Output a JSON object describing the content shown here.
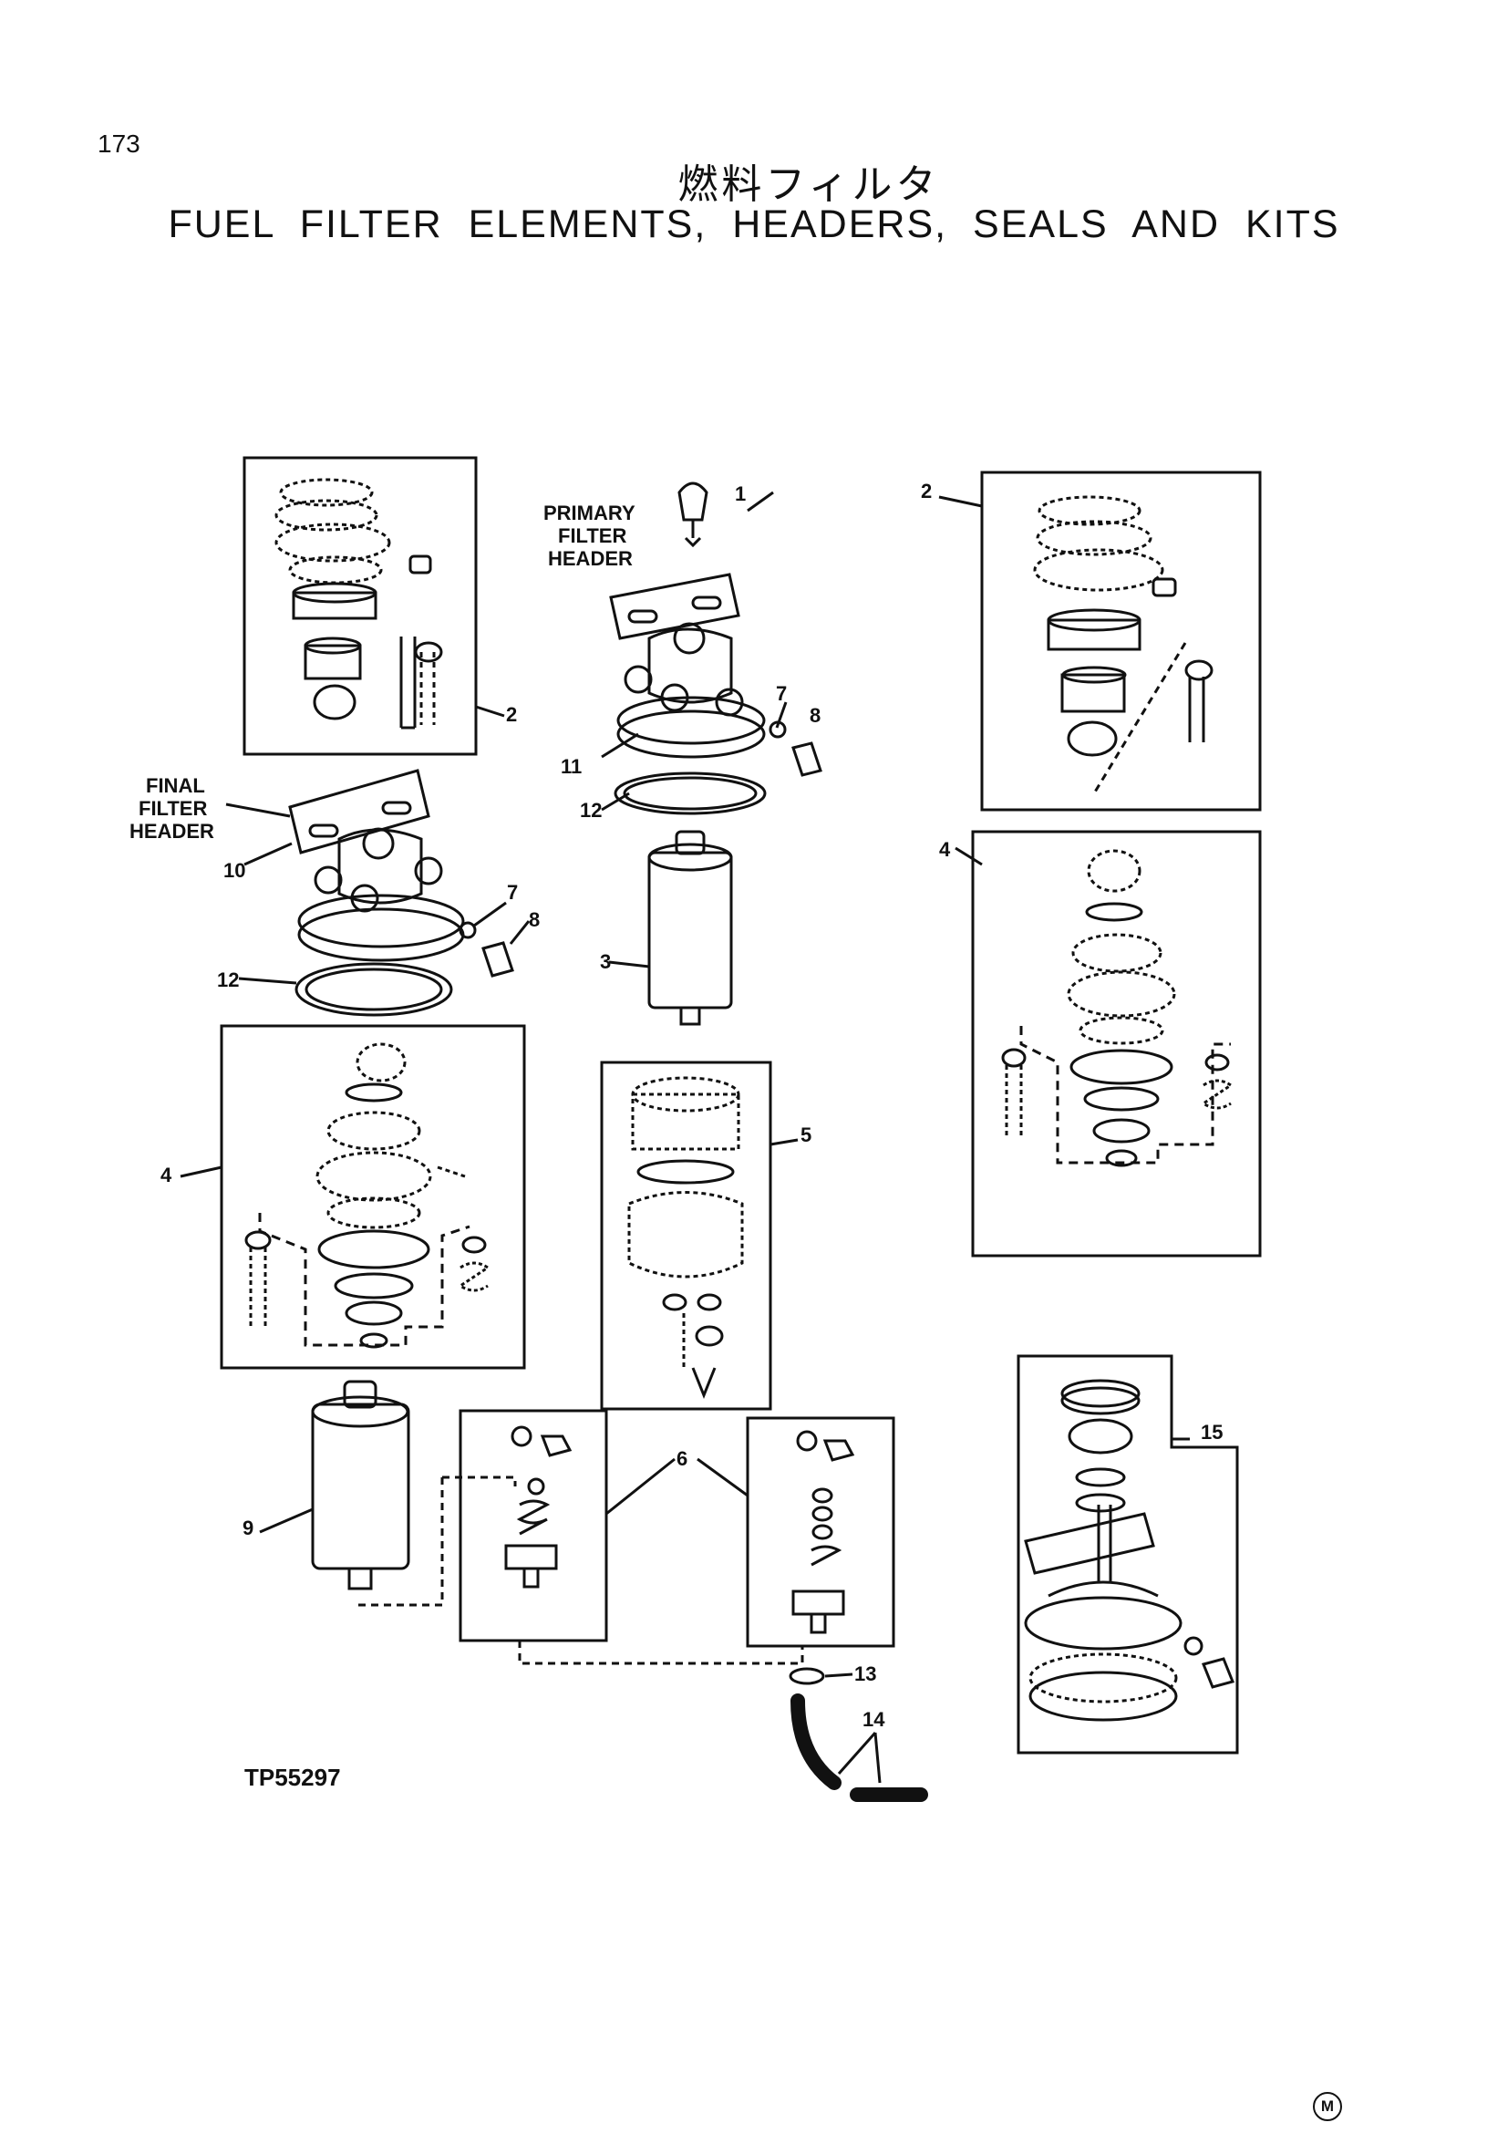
{
  "page": {
    "number": "173",
    "title_jp": "燃料フィルタ",
    "title_en": "FUEL FILTER ELEMENTS, HEADERS, SEALS AND KITS",
    "figure_code": "TP55297",
    "stamp": "M"
  },
  "headers": {
    "primary": [
      "PRIMARY",
      "FILTER",
      "HEADER"
    ],
    "final": [
      "FINAL",
      "FILTER",
      "HEADER"
    ]
  },
  "callouts": {
    "c1": "1",
    "c2_left": "2",
    "c2_right": "2",
    "c3": "3",
    "c4_left": "4",
    "c4_right": "4",
    "c5": "5",
    "c6": "6",
    "c7_top": "7",
    "c7_left": "7",
    "c8_top": "8",
    "c8_left": "8",
    "c9": "9",
    "c10": "10",
    "c11": "11",
    "c12_top": "12",
    "c12_left": "12",
    "c13": "13",
    "c14": "14",
    "c15": "15"
  }
}
